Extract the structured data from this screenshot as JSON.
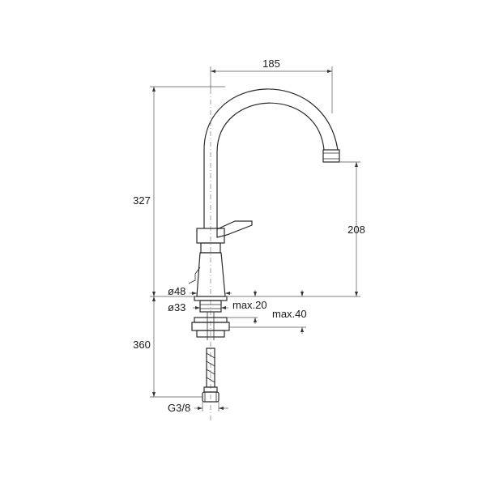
{
  "dimensions": {
    "spout_reach": "185",
    "total_height": "327",
    "spout_height": "208",
    "base_diameter": "ø48",
    "shank_diameter": "ø33",
    "max_clamp_a": "max.20",
    "max_clamp_b": "max.40",
    "hose_length": "360",
    "connection_thread": "G3/8"
  },
  "colors": {
    "line": "#2a2a2a",
    "dimension": "#555555",
    "text": "#1a1a1a"
  }
}
